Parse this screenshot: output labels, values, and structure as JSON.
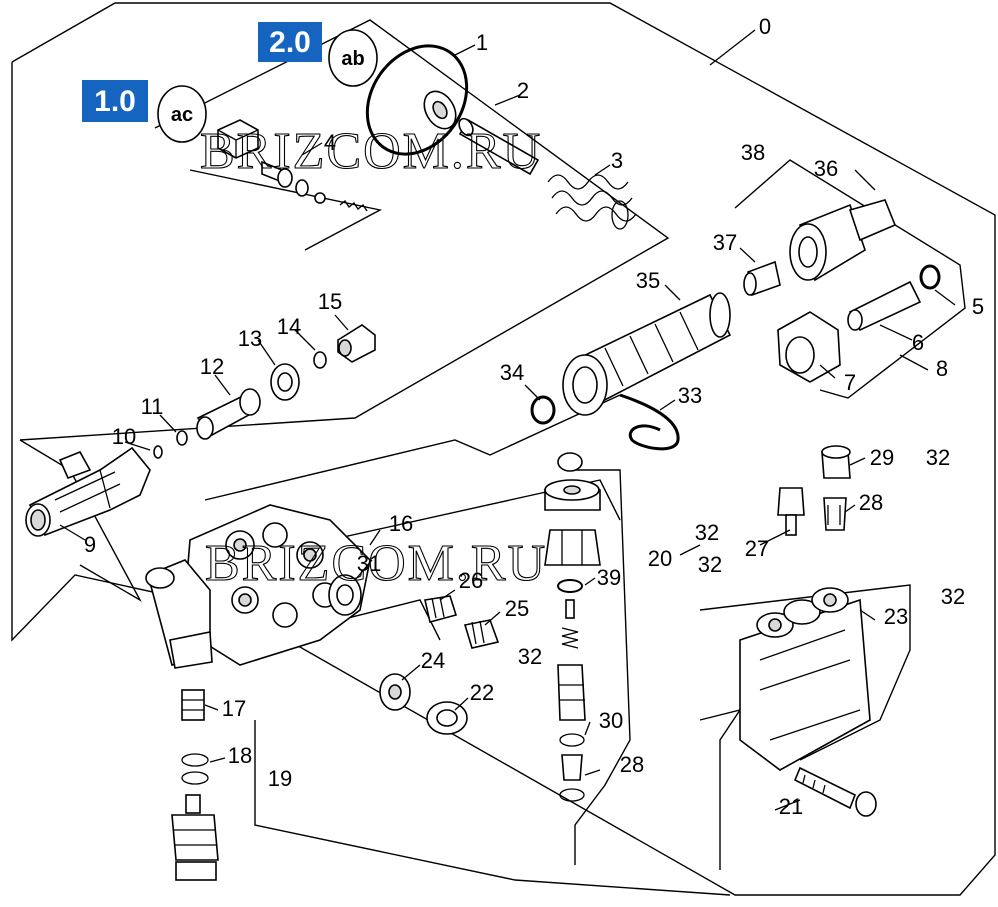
{
  "watermark": "BRIZCOM.RU",
  "badges": [
    {
      "id": "badge-2",
      "value": "2.0",
      "circle": "ab",
      "color": "#1565c0"
    },
    {
      "id": "badge-1",
      "value": "1.0",
      "circle": "ac",
      "color": "#1565c0"
    }
  ],
  "labels": {
    "n0": "0",
    "n1": "1",
    "n2": "2",
    "n3": "3",
    "n4": "4",
    "n5": "5",
    "n6": "6",
    "n7": "7",
    "n8": "8",
    "n9": "9",
    "n10": "10",
    "n11": "11",
    "n12": "12",
    "n13": "13",
    "n14": "14",
    "n15": "15",
    "n16": "16",
    "n17": "17",
    "n18": "18",
    "n19": "19",
    "n20": "20",
    "n21": "21",
    "n22": "22",
    "n23": "23",
    "n24": "24",
    "n25": "25",
    "n26": "26",
    "n27": "27",
    "n28a": "28",
    "n28b": "28",
    "n29": "29",
    "n30": "30",
    "n31": "31",
    "n32a": "32",
    "n32b": "32",
    "n32c": "32",
    "n32d": "32",
    "n32e": "32",
    "n33": "33",
    "n34": "34",
    "n35": "35",
    "n36": "36",
    "n37": "37",
    "n38": "38",
    "n39": "39"
  }
}
